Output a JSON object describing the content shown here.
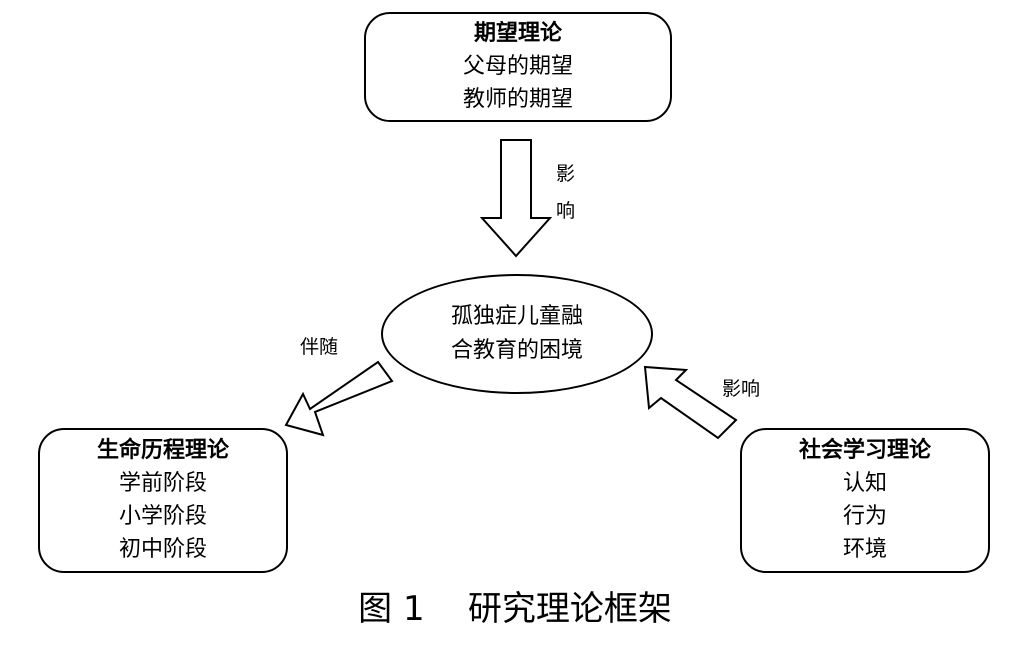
{
  "expectancy": {
    "title": "期望理论",
    "lines": [
      "父母的期望",
      "教师的期望"
    ]
  },
  "center": {
    "lines": [
      "孤独症儿童融",
      "合教育的困境"
    ]
  },
  "life_course": {
    "title": "生命历程理论",
    "lines": [
      "学前阶段",
      "小学阶段",
      "初中阶段"
    ]
  },
  "social_learning": {
    "title": "社会学习理论",
    "lines": [
      "认知",
      "行为",
      "环境"
    ]
  },
  "arrows": {
    "top_label_1": "影",
    "top_label_2": "响",
    "left_label": "伴随",
    "right_label": "影响"
  },
  "caption": "图 1    研究理论框架"
}
